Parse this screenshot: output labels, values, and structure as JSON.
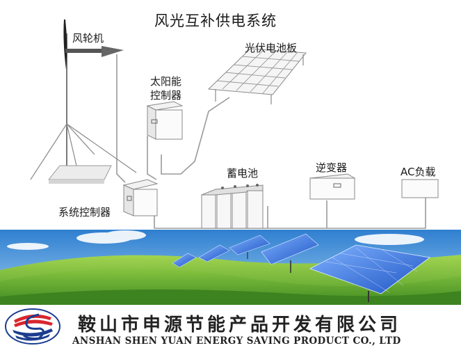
{
  "diagram": {
    "title": "风光互补供电系统",
    "labels": {
      "wind_turbine": "风轮机",
      "solar_panel": "光伏电池板",
      "solar_controller_line1": "太阳能",
      "solar_controller_line2": "控制器",
      "battery": "蓄电池",
      "inverter": "逆变器",
      "ac_load": "AC负载",
      "system_controller": "系统控制器"
    }
  },
  "footer": {
    "company_cn": "鞍山市申源节能产品开发有限公司",
    "company_en": "ANSHAN SHEN YUAN ENERGY SAVING PRODUCT CO., LTD"
  },
  "colors": {
    "sky": "#3f8fd8",
    "grass": "#5fa832",
    "panel": "#2f6fd6",
    "logo_red": "#d8262e",
    "logo_blue": "#1b3d8f"
  }
}
